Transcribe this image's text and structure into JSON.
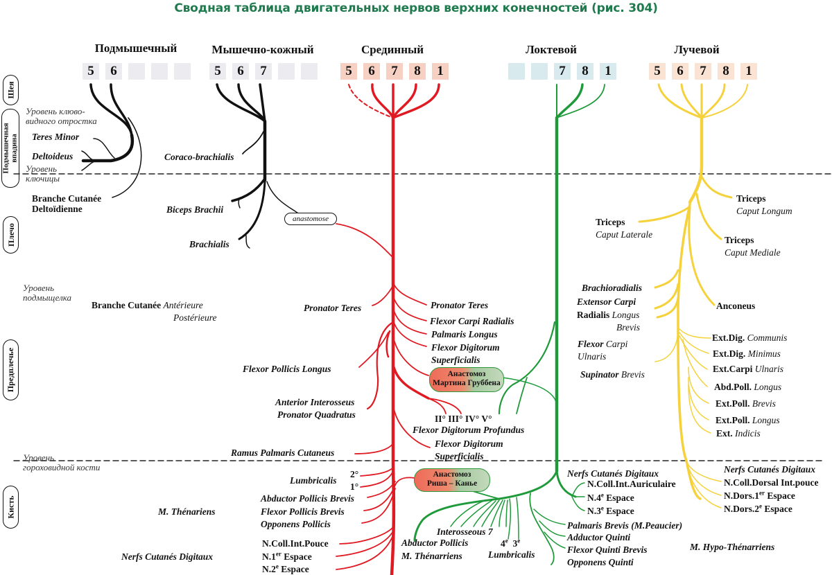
{
  "title": "Сводная таблица двигательных нервов верхних конечностей (рис. 304)",
  "colors": {
    "title": "#1f7a4d",
    "axillary": "#111111",
    "musculocutaneous": "#111111",
    "median": "#e01a22",
    "ulnar": "#1f9a3a",
    "radial": "#f5d23c",
    "box_gray": "#ececf0",
    "box_red": "#f7d0c4",
    "box_blue": "#d9eaee",
    "box_peach": "#fbe3d4"
  },
  "nerves": [
    {
      "name": "Подмышечный",
      "segments": [
        "5",
        "6",
        "",
        "",
        ""
      ],
      "box_color": "box_gray"
    },
    {
      "name": "Мышечно-кожный",
      "segments": [
        "5",
        "6",
        "7",
        "",
        ""
      ],
      "box_color": "box_gray"
    },
    {
      "name": "Срединный",
      "segments": [
        "5",
        "6",
        "7",
        "8",
        "1"
      ],
      "box_color": "box_red"
    },
    {
      "name": "Локтевой",
      "segments": [
        "",
        "",
        "7",
        "8",
        "1"
      ],
      "box_color": "box_blue"
    },
    {
      "name": "Лучевой",
      "segments": [
        "5",
        "6",
        "7",
        "8",
        "1"
      ],
      "box_color": "box_peach"
    }
  ],
  "regions": [
    "Шея",
    "Подмышечная впадина",
    "Плечо",
    "Предплечье",
    "Кисть"
  ],
  "levels": {
    "coracoid": [
      "Уровень клюво-",
      "видного отростка"
    ],
    "clavicle": [
      "Уровень",
      "ключицы"
    ],
    "epicondyle": [
      "Уровень",
      "подмыщелка"
    ],
    "pisiform": [
      "Уровень",
      "гороховидной кости"
    ]
  },
  "axillary_labels": {
    "teres_minor": "Teres Minor",
    "deltoideus": "Deltoideus",
    "branche_1": "Branche Cutanée",
    "branche_2": "Deltoïdienne"
  },
  "musculocutaneous_labels": {
    "coraco": "Coraco-brachialis",
    "biceps": "Biceps Brachii",
    "brachialis": "Brachialis",
    "anastomose": "anastomose",
    "branche_bold": "Branche Cutanée",
    "branche_ant": "Antérieure",
    "branche_post": "Postérieure"
  },
  "median_labels": {
    "pronator_teres_left": "Pronator Teres",
    "flexor_pollicis_longus": "Flexor Pollicis Longus",
    "anterior_interosseus": "Anterior Interosseus",
    "pronator_quadratus": "Pronator Quadratus",
    "ramus_palmaris": "Ramus Palmaris Cutaneus",
    "pronator_teres_right": "Pronator Teres",
    "fcr": "Flexor Carpi Radialis",
    "palmaris_longus": "Palmaris Longus",
    "fds_1": "Flexor Digitorum",
    "fds_2": "Superficialis",
    "fdp_digits": "II°  III° IV° V°",
    "fdp": "Flexor Digitorum Profundus",
    "fds2_1": "Flexor Digitorum",
    "fds2_2": "Superficialis",
    "lumbricalis": "Lumbricalis",
    "lumb_2": "2°",
    "lumb_1": "1°",
    "apb": "Abductor Pollicis Brevis",
    "fpb": "Flexor Pollicis Brevis",
    "op": "Opponens Pollicis",
    "thenar": "M. Thénariens",
    "n_coll": "N.Coll.Int.Pouce",
    "n_1er": "N.1",
    "n_1er_sup": "er",
    "n_1er_tail": " Espace",
    "n_2e": "N.2",
    "n_2e_sup": "e",
    "n_2e_tail": " Espace",
    "nerfs_cut": "Nerfs Cutanés Digitaux"
  },
  "anastomoses": {
    "martin_1": "Анастомоз",
    "martin_2": "Мартина Груббена",
    "riche_1": "Анастомоз",
    "riche_2": "Риша – Канье"
  },
  "ulnar_labels": {
    "flexor_carpi_b": "Flexor",
    "flexor_carpi_i": " Carpi",
    "ulnaris": "Ulnaris",
    "nerfs_cut": "Nerfs Cutanés Digitaux",
    "n_coll_aur": "N.Coll.Int.Auriculaire",
    "n_4e": "N.4",
    "n_4e_sup": "e",
    "n_4e_tail": " Espace",
    "n_3e": "N.3",
    "n_3e_sup": "e",
    "n_3e_tail": " Espace",
    "interosseous": "Interosseous 7",
    "abductor_pollicis": "Abductor Pollicis",
    "m_thenar": "M. Thénarriens",
    "lumb_4e": "4",
    "lumb_4e_sup": "e",
    "lumb_3e": "3",
    "lumb_3e_sup": "e",
    "lumbricalis": "Lumbricalis",
    "palmaris_brevis": "Palmaris Brevis (M.Peaucier)",
    "adductor_quinti": "Adductor Quinti",
    "flexor_quinti": "Flexor Quinti Brevis",
    "opponens_quinti": "Opponens Quinti",
    "hypo_thenar": "M. Hypo-Thénarriens"
  },
  "radial_labels": {
    "triceps_longum_b": "Triceps",
    "triceps_longum_i": "Caput Longum",
    "triceps_lat_b": "Triceps",
    "triceps_lat_i": "Caput Laterale",
    "triceps_med_b": "Triceps",
    "triceps_med_i": "Caput Mediale",
    "brachioradialis": "Brachioradialis",
    "ecr_1": "Extensor Carpi",
    "ecr_2b": "Radialis",
    "ecr_2i": " Longus",
    "ecr_3": "Brevis",
    "supinator_b": "Supinator",
    "supinator_i": " Brevis",
    "anconeus": "Anconeus",
    "edc_b": "Ext.Dig.",
    "edc_i": " Communis",
    "edm_b": "Ext.Dig.",
    "edm_i": " Minimus",
    "ecu_b": "Ext.Carpi",
    "ecu_i": " Ulnaris",
    "apl_b": "Abd.Poll.",
    "apl_i": " Longus",
    "epb_b": "Ext.Poll.",
    "epb_i": " Brevis",
    "epl_b": "Ext.Poll.",
    "epl_i": " Longus",
    "eip_b": "Ext.",
    "eip_i": " Indicis",
    "nerfs_cut": "Nerfs Cutanés Digitaux",
    "n_coll_dorsal": "N.Coll.Dorsal Int.pouce",
    "n_dors_1": "N.Dors.1",
    "n_dors_1_sup": "er",
    "n_dors_1_tail": " Espace",
    "n_dors_2": "N.Dors.2",
    "n_dors_2_sup": "e",
    "n_dors_2_tail": " Espace"
  }
}
